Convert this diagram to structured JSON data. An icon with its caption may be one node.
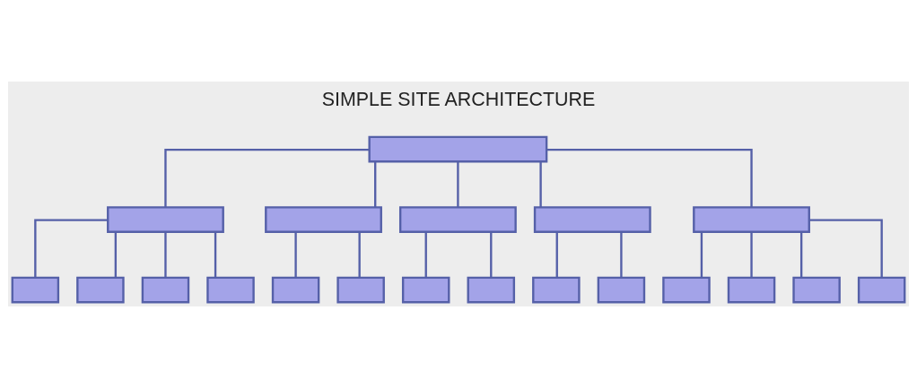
{
  "diagram": {
    "title": "SIMPLE SITE ARCHITECTURE",
    "nodes": [
      {
        "text": [],
        "shape": "box"
      },
      {
        "text": [],
        "shape": "box"
      },
      {
        "text": [],
        "shape": "box"
      },
      {
        "text": [],
        "shape": "box"
      },
      {
        "text": [],
        "shape": "box"
      },
      {
        "text": [],
        "shape": "box"
      },
      {
        "text": [],
        "shape": "box"
      },
      {
        "text": [],
        "shape": "box"
      },
      {
        "text": [],
        "shape": "box"
      },
      {
        "text": [],
        "shape": "box"
      },
      {
        "text": [],
        "shape": "box"
      },
      {
        "text": [],
        "shape": "box"
      },
      {
        "text": [],
        "shape": "box"
      },
      {
        "text": [],
        "shape": "box"
      },
      {
        "text": [],
        "shape": "box"
      },
      {
        "text": [],
        "shape": "box"
      },
      {
        "text": [],
        "shape": "box"
      },
      {
        "text": [],
        "shape": "box"
      },
      {
        "text": [],
        "shape": "box"
      },
      {
        "text": [],
        "shape": "box"
      }
    ],
    "edges": [
      {
        "from": 0,
        "to": 1,
        "arrow": "none"
      },
      {
        "from": 0,
        "to": 2,
        "arrow": "none"
      },
      {
        "from": 0,
        "to": 3,
        "arrow": "none"
      },
      {
        "from": 0,
        "to": 4,
        "arrow": "none"
      },
      {
        "from": 0,
        "to": 5,
        "arrow": "none"
      },
      {
        "from": 1,
        "to": 6,
        "arrow": "none"
      },
      {
        "from": 1,
        "to": 7,
        "arrow": "none"
      },
      {
        "from": 1,
        "to": 8,
        "arrow": "none"
      },
      {
        "from": 1,
        "to": 9,
        "arrow": "none"
      },
      {
        "from": 2,
        "to": 10,
        "arrow": "none"
      },
      {
        "from": 2,
        "to": 11,
        "arrow": "none"
      },
      {
        "from": 3,
        "to": 12,
        "arrow": "none"
      },
      {
        "from": 3,
        "to": 13,
        "arrow": "none"
      },
      {
        "from": 4,
        "to": 14,
        "arrow": "none"
      },
      {
        "from": 4,
        "to": 15,
        "arrow": "none"
      },
      {
        "from": 5,
        "to": 16,
        "arrow": "none"
      },
      {
        "from": 5,
        "to": 17,
        "arrow": "none"
      },
      {
        "from": 5,
        "to": 18,
        "arrow": "none"
      },
      {
        "from": 5,
        "to": 19,
        "arrow": "none"
      }
    ]
  }
}
